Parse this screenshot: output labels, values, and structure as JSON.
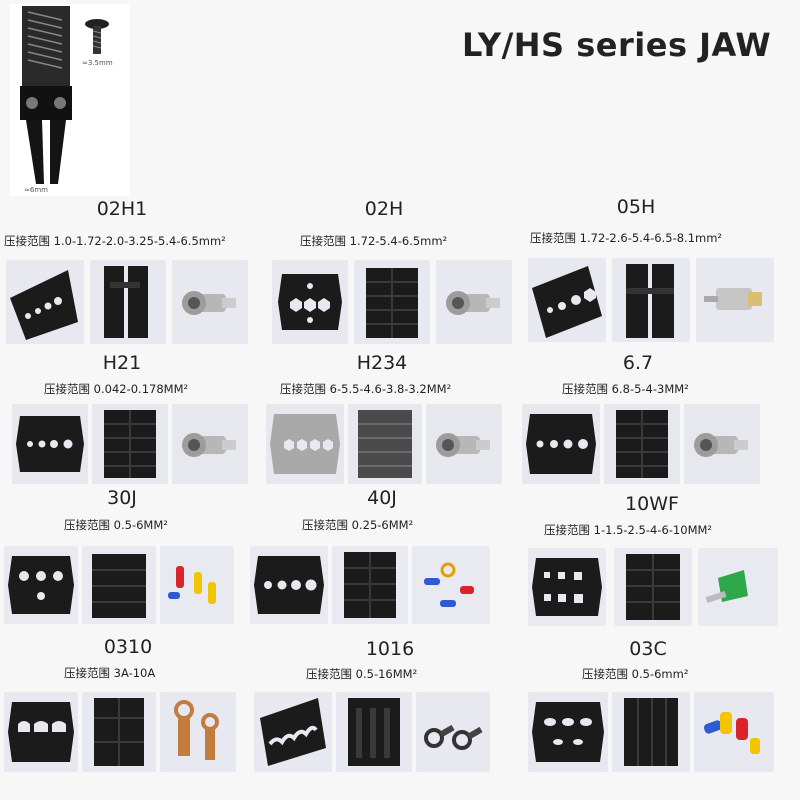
{
  "header": {
    "title": "LY/HS series JAW"
  },
  "hero": {
    "dim_screw": "≈3.5mm",
    "dim_jaw": "≈6mm"
  },
  "jaws": [
    {
      "code": "02H1",
      "range": "压接范围 1.0-1.72-2.0-3.25-5.4-6.5mm²",
      "accessory": "bnc-connector"
    },
    {
      "code": "02H",
      "range": "压接范围 1.72-5.4-6.5mm²",
      "accessory": "bnc-connector"
    },
    {
      "code": "05H",
      "range": "压接范围 1.72-2.6-5.4-6.5-8.1mm²",
      "accessory": "fiber-connector"
    },
    {
      "code": "H21",
      "range": "压接范围 0.042-0.178MM²",
      "accessory": "bnc-connector"
    },
    {
      "code": "H234",
      "range": "压接范围 6-5.5-4.6-3.8-3.2MM²",
      "accessory": "bnc-connector"
    },
    {
      "code": "6.7",
      "range": "压接范围 6.8-5-4-3MM²",
      "accessory": "bnc-connector"
    },
    {
      "code": "30J",
      "range": "压接范围 0.5-6MM²",
      "accessory": "insulated-terminals"
    },
    {
      "code": "40J",
      "range": "压接范围 0.25-6MM²",
      "accessory": "insulated-terminals"
    },
    {
      "code": "10WF",
      "range": "压接范围 1-1.5-2.5-4-6-10MM²",
      "accessory": "ferrule-terminal"
    },
    {
      "code": "0310",
      "range": "压接范围 3A-10A",
      "accessory": "copper-ring-terminals"
    },
    {
      "code": "1016",
      "range": "压接范围 0.5-16MM²",
      "accessory": "ring-terminals"
    },
    {
      "code": "03C",
      "range": "压接范围 0.5-6mm²",
      "accessory": "insulated-terminals"
    }
  ],
  "colors": {
    "jaw": "#1b1b1b",
    "panel": "#e8e9f0",
    "silver": "#a9a9a9",
    "copper": "#c27d3e",
    "terminal_red": "#d9242a",
    "terminal_blue": "#2f5bd0",
    "terminal_yellow": "#f2c500",
    "ferrule_green": "#2fa84a"
  }
}
